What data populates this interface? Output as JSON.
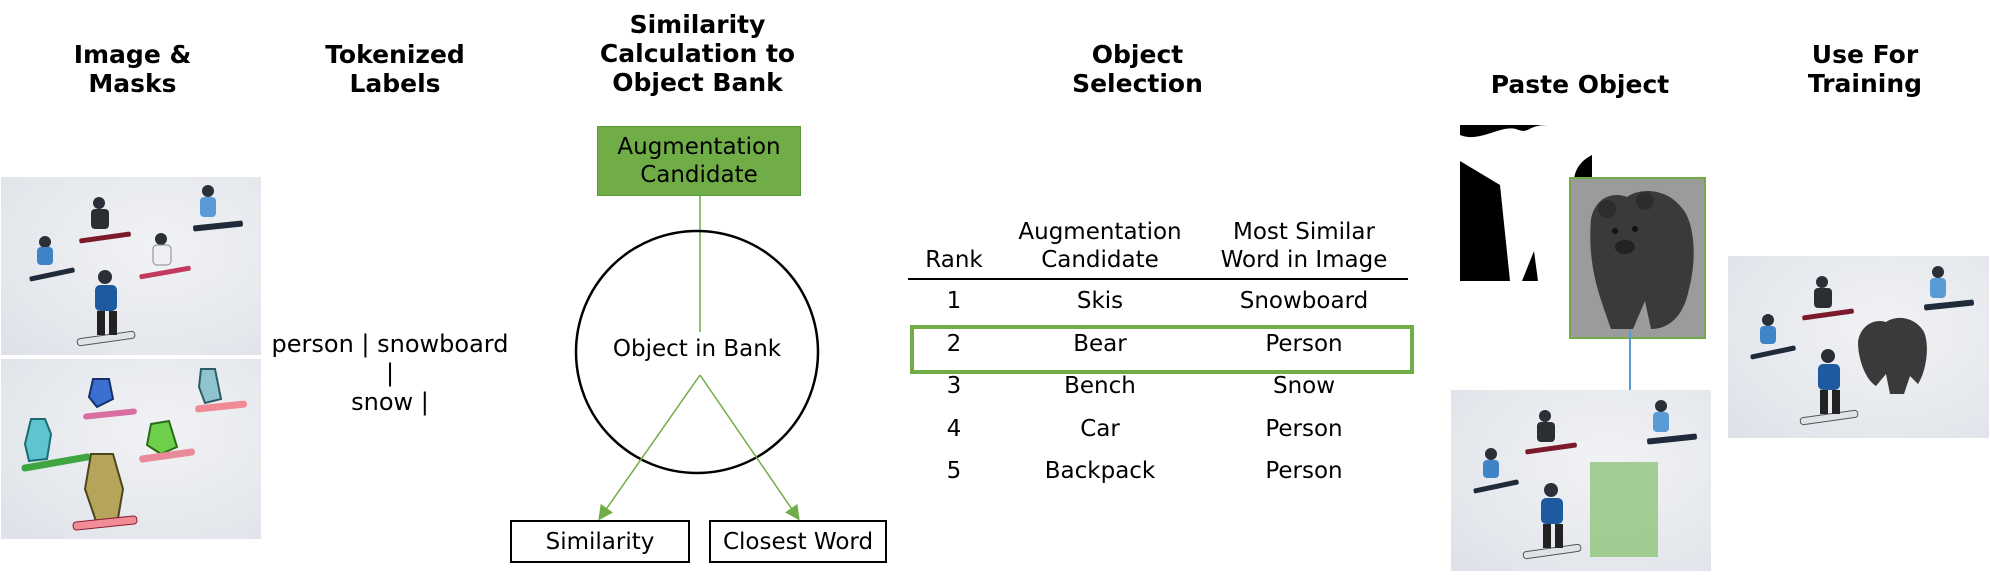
{
  "headings": {
    "image_masks": "Image &\nMasks",
    "tokenized": "Tokenized\nLabels",
    "similarity": "Similarity\nCalculation to\nObject Bank",
    "selection": "Object\nSelection",
    "paste": "Paste Object",
    "training": "Use For\nTraining"
  },
  "tokens": "person | snowboard |\nsnow |",
  "candidate_box": "Augmentation\nCandidate",
  "bank_label": "Object in Bank",
  "outputs": {
    "similarity": "Similarity",
    "closest_word": "Closest Word"
  },
  "table": {
    "headers": [
      "Rank",
      "Augmentation\nCandidate",
      "Most Similar\nWord in Image"
    ],
    "rows": [
      [
        "1",
        "Skis",
        "Snowboard"
      ],
      [
        "2",
        "Bear",
        "Person"
      ],
      [
        "3",
        "Bench",
        "Snow"
      ],
      [
        "4",
        "Car",
        "Person"
      ],
      [
        "5",
        "Backpack",
        "Person"
      ]
    ],
    "highlight_row": 2
  },
  "colors": {
    "green": "#70ad47",
    "highlight_border": "#70ad47",
    "link_blue": "#5b9bd5",
    "paste_region": "#8fc47a"
  },
  "icons": [
    "snowboarder-photo",
    "segmentation-mask-photo",
    "bear-photo",
    "bear-mask",
    "composited-photo"
  ]
}
